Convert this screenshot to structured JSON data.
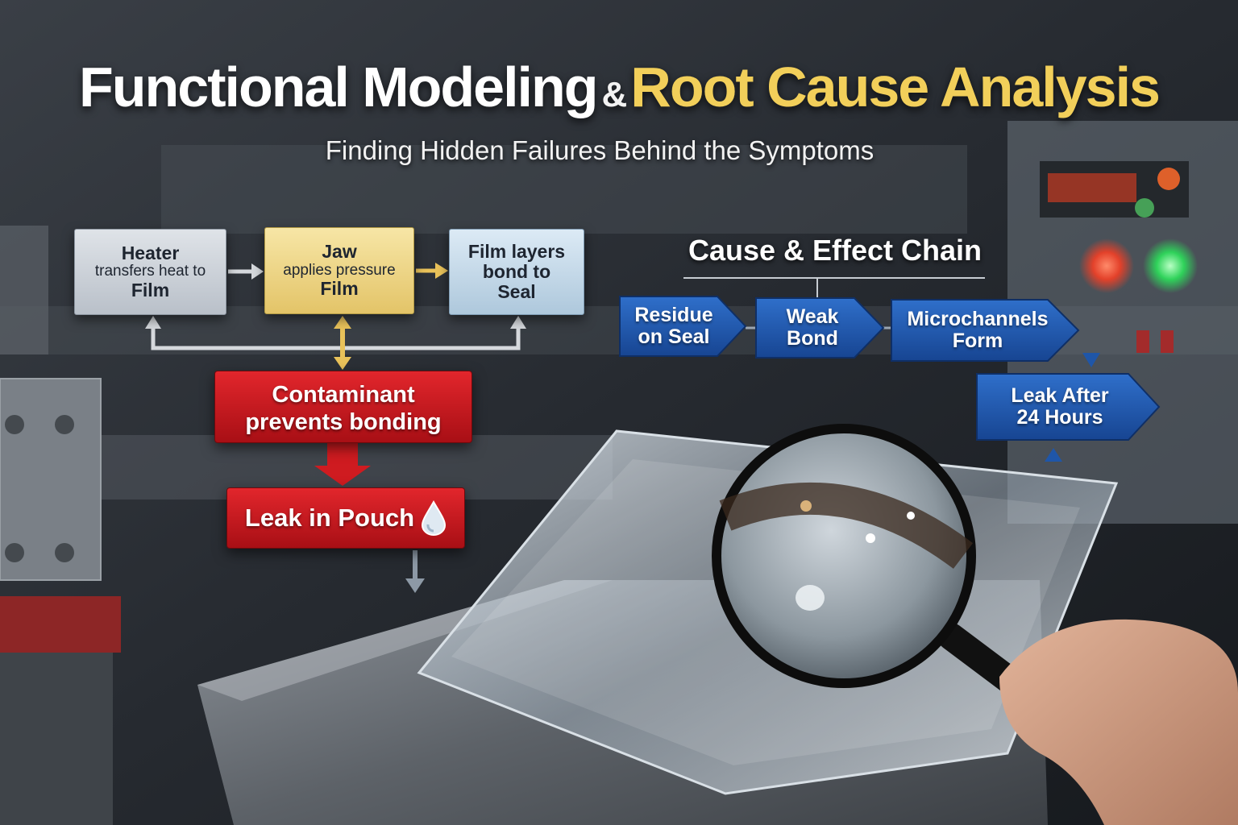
{
  "title": {
    "part1": "Functional Modeling",
    "amp": "&",
    "part2": "Root Cause Analysis"
  },
  "subtitle": "Finding Hidden Failures Behind the Symptoms",
  "function_model": {
    "heater": {
      "name": "Heater",
      "action": "transfers heat to",
      "object": "Film"
    },
    "jaw": {
      "name": "Jaw",
      "action": "applies pressure",
      "object": "Film"
    },
    "film": {
      "line1": "Film layers",
      "line2": "bond to",
      "line3": "Seal"
    },
    "contaminant": {
      "line1": "Contaminant",
      "line2": "prevents bonding"
    },
    "leak": {
      "label": "Leak in Pouch",
      "icon": "water-drop-icon"
    }
  },
  "cause_effect": {
    "title": "Cause & Effect Chain",
    "steps": [
      {
        "line1": "Residue",
        "line2": "on Seal"
      },
      {
        "line1": "Weak",
        "line2": "Bond"
      },
      {
        "line1": "Microchannels",
        "line2": "Form"
      },
      {
        "line1": "Leak After",
        "line2": "24 Hours"
      }
    ]
  },
  "colors": {
    "title_highlight": "#f2cf5a",
    "warning_red": "#d91f26",
    "chain_blue": "#1f56a8",
    "heater_gray": "#c9ced5",
    "jaw_yellow": "#edd58a",
    "film_blue": "#c5dbea"
  }
}
